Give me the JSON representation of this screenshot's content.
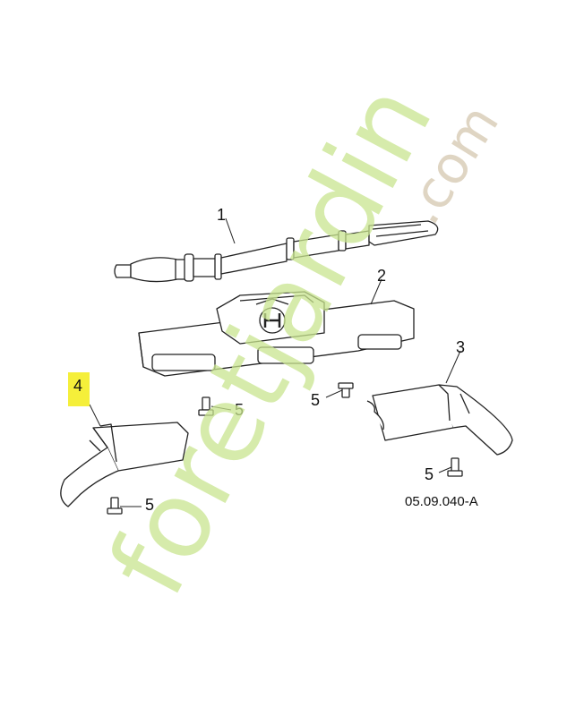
{
  "watermark": {
    "text_main": "foretjardin",
    "text_suffix": ".com"
  },
  "callouts": [
    {
      "id": "1",
      "label": "1"
    },
    {
      "id": "2",
      "label": "2"
    },
    {
      "id": "3",
      "label": "3"
    },
    {
      "id": "4",
      "label": "4",
      "highlighted": true
    },
    {
      "id": "5a",
      "label": "5"
    },
    {
      "id": "5b",
      "label": "5"
    },
    {
      "id": "5c",
      "label": "5"
    },
    {
      "id": "5d",
      "label": "5"
    }
  ],
  "reference": "05.09.040-A",
  "colors": {
    "highlight": "#f5ef3a",
    "watermark_green": "#c9e58f",
    "watermark_tan": "#d8cbb5",
    "line": "#222222"
  }
}
